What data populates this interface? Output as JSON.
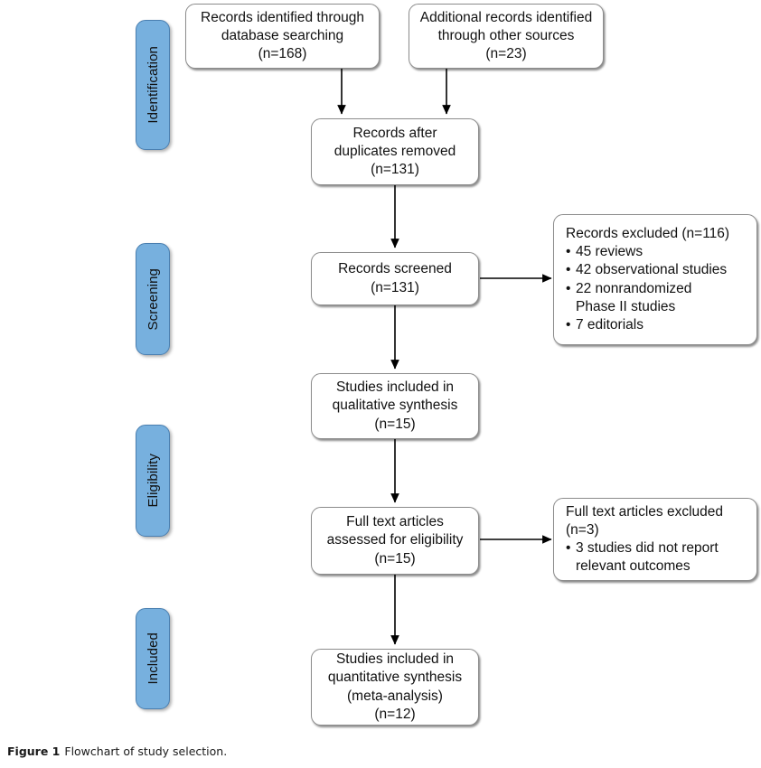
{
  "figure": {
    "caption_label": "Figure 1",
    "caption_text": "Flowchart of study selection."
  },
  "colors": {
    "stage_bar_fill": "#77b0de",
    "stage_bar_border": "#4a7fb0",
    "box_border": "#8c8c8c",
    "box_fill": "#ffffff",
    "connector": "#000000",
    "text": "#111111"
  },
  "stages": [
    {
      "id": "identification",
      "label": "Identification"
    },
    {
      "id": "screening",
      "label": "Screening"
    },
    {
      "id": "eligibility",
      "label": "Eligibility"
    },
    {
      "id": "included",
      "label": "Included"
    }
  ],
  "boxes": {
    "records_database": {
      "lines": [
        "Records identified through",
        "database searching",
        "(n=168)"
      ],
      "n": 168
    },
    "records_other": {
      "lines": [
        "Additional records identified",
        "through other sources",
        "(n=23)"
      ],
      "n": 23
    },
    "duplicates_removed": {
      "lines": [
        "Records after",
        "duplicates removed",
        "(n=131)"
      ],
      "n": 131
    },
    "records_screened": {
      "lines": [
        "Records screened",
        "(n=131)"
      ],
      "n": 131
    },
    "records_excluded": {
      "heading": "Records excluded (n=116)",
      "n": 116,
      "bullets": [
        {
          "text": "45 reviews",
          "count": 45
        },
        {
          "text": "42 observational studies",
          "count": 42
        },
        {
          "text": "22 nonrandomized",
          "continuation": "Phase II studies",
          "count": 22
        },
        {
          "text": "7 editorials",
          "count": 7
        }
      ]
    },
    "qualitative_synthesis": {
      "lines": [
        "Studies included in",
        "qualitative synthesis",
        "(n=15)"
      ],
      "n": 15
    },
    "fulltext_assessed": {
      "lines": [
        "Full text articles",
        "assessed for eligibility",
        "(n=15)"
      ],
      "n": 15
    },
    "fulltext_excluded": {
      "heading_line1": "Full text articles excluded",
      "heading_line2": "(n=3)",
      "n": 3,
      "bullets": [
        {
          "text": "3 studies did not report",
          "continuation": "relevant outcomes",
          "count": 3
        }
      ]
    },
    "quantitative_synthesis": {
      "lines": [
        "Studies included in",
        "quantitative synthesis",
        "(meta-analysis)",
        "(n=12)"
      ],
      "n": 12
    }
  }
}
